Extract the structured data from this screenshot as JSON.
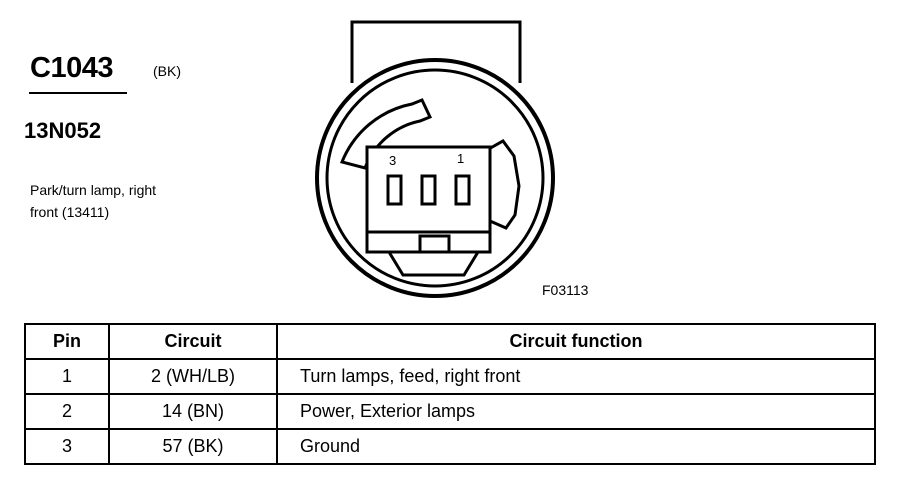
{
  "connector": {
    "id": "C1043",
    "color_code": "(BK)",
    "part_number": "13N052",
    "description_line1": "Park/turn lamp, right",
    "description_line2": "front (13411)"
  },
  "diagram": {
    "pin_label_left": "3",
    "pin_label_right": "1",
    "figure_code": "F03113"
  },
  "table": {
    "headers": [
      "Pin",
      "Circuit",
      "Circuit function"
    ],
    "rows": [
      {
        "pin": "1",
        "circuit": "2 (WH/LB)",
        "function": "Turn lamps, feed, right front"
      },
      {
        "pin": "2",
        "circuit": "14 (BN)",
        "function": "Power, Exterior lamps"
      },
      {
        "pin": "3",
        "circuit": "57 (BK)",
        "function": "Ground"
      }
    ]
  }
}
